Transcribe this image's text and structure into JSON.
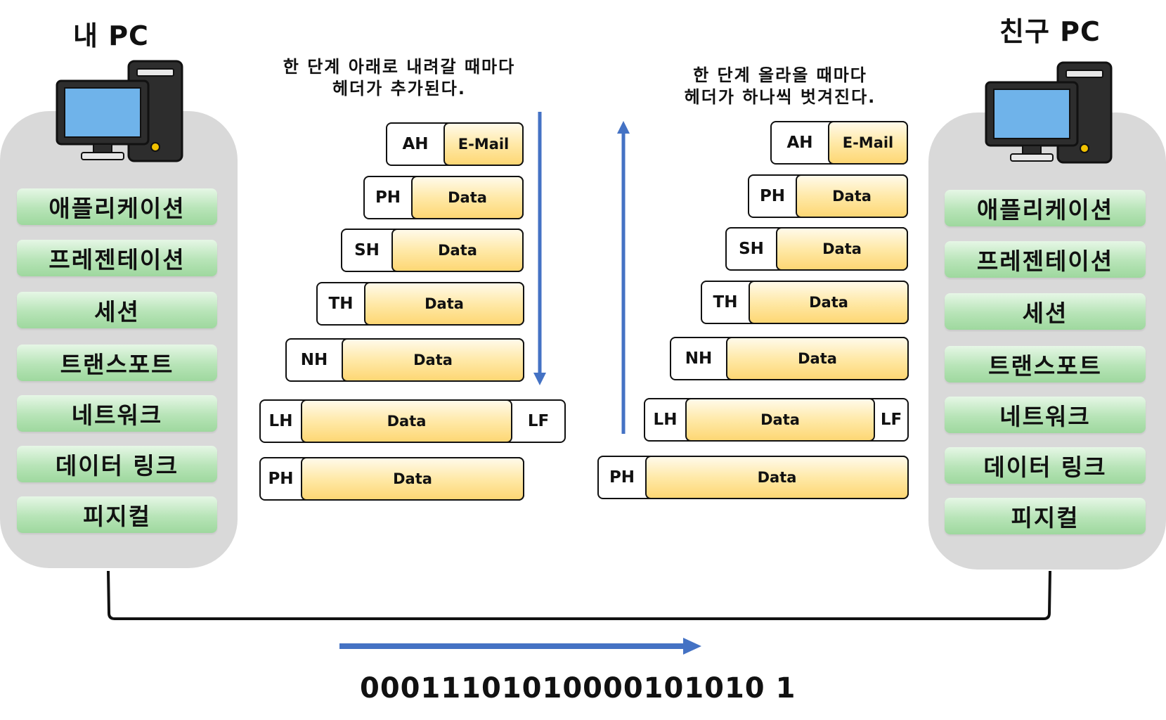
{
  "left_pc": {
    "title": "내 PC",
    "layers": [
      "애플리케이션",
      "프레젠테이션",
      "세션",
      "트랜스포트",
      "네트워크",
      "데이터 링크",
      "피지컬"
    ]
  },
  "right_pc": {
    "title": "친구 PC",
    "layers": [
      "애플리케이션",
      "프레젠테이션",
      "세션",
      "트랜스포트",
      "네트워크",
      "데이터 링크",
      "피지컬"
    ]
  },
  "left_caption": [
    "한 단계 아래로 내려갈 때마다",
    "헤더가 추가된다."
  ],
  "right_caption": [
    "한 단계 올라올 때마다",
    "헤더가 하나씩 벗겨진다."
  ],
  "left_packets": [
    {
      "header": "AH",
      "data": "E-Mail"
    },
    {
      "header": "PH",
      "data": "Data"
    },
    {
      "header": "SH",
      "data": "Data"
    },
    {
      "header": "TH",
      "data": "Data"
    },
    {
      "header": "NH",
      "data": "Data"
    },
    {
      "header": "LH",
      "data": "Data",
      "trailer": "LF"
    },
    {
      "header": "PH",
      "data": "Data"
    }
  ],
  "right_packets": [
    {
      "header": "AH",
      "data": "E-Mail"
    },
    {
      "header": "PH",
      "data": "Data"
    },
    {
      "header": "SH",
      "data": "Data"
    },
    {
      "header": "TH",
      "data": "Data"
    },
    {
      "header": "NH",
      "data": "Data"
    },
    {
      "header": "LH",
      "data": "Data",
      "trailer": "LF"
    },
    {
      "header": "PH",
      "data": "Data"
    }
  ],
  "bitstream": "00011101010000101010 1",
  "colors": {
    "arrow": "#4472c4",
    "panel": "#d9d9d9",
    "layer_green": "#a9dfa9",
    "data_yellow": "#ffe9a8",
    "monitor_screen": "#6fb3ea"
  },
  "icons": [
    "computer-icon",
    "down-arrow-icon",
    "up-arrow-icon",
    "right-arrow-icon"
  ]
}
